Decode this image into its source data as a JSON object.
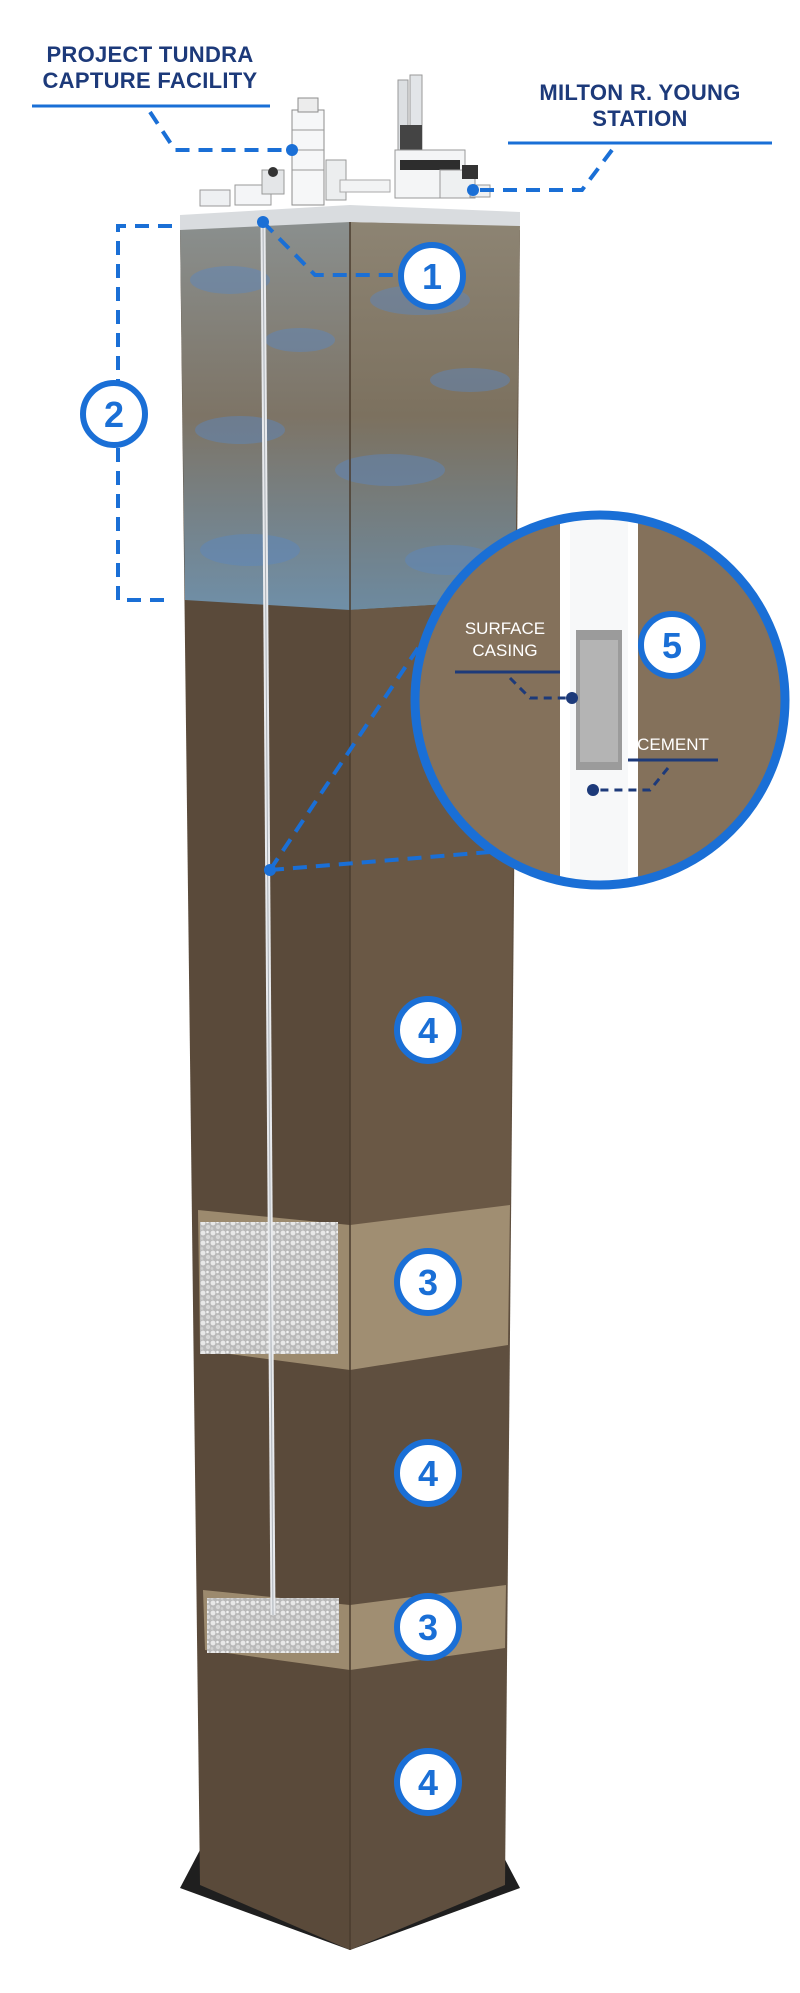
{
  "labels": {
    "capture_facility": [
      "PROJECT TUNDRA",
      "CAPTURE FACILITY"
    ],
    "station": [
      "MILTON R. YOUNG",
      "STATION"
    ],
    "surface_casing": [
      "SURFACE",
      "CASING"
    ],
    "cement": "CEMENT"
  },
  "markers": {
    "m1": "1",
    "m2": "2",
    "m3a": "3",
    "m3b": "3",
    "m4a": "4",
    "m4b": "4",
    "m4c": "4",
    "m5": "5"
  },
  "colors": {
    "accent": "#1a6fd6",
    "label_navy": "#1d3a7a",
    "rock_dark": "#5a4a3a",
    "rock_light": "#7d6a55",
    "sandstone_band": "#9c8a6e"
  }
}
